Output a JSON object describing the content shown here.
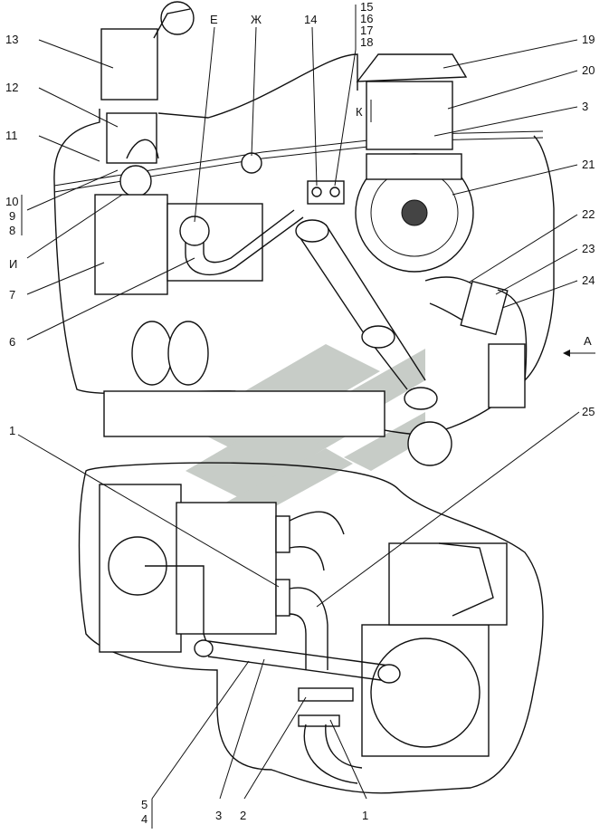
{
  "watermark": {
    "color": "#9aa39a"
  },
  "callouts": {
    "n13": "13",
    "n12": "12",
    "n11": "11",
    "n10": "10",
    "n9": "9",
    "n8": "8",
    "nI": "И",
    "n7": "7",
    "n6": "6",
    "nE": "Е",
    "nZh": "Ж",
    "n14": "14",
    "n15": "15",
    "n16": "16",
    "n17": "17",
    "n18": "18",
    "nK": "К",
    "n19": "19",
    "n20": "20",
    "n3a": "3",
    "n21": "21",
    "n22": "22",
    "n23": "23",
    "n24": "24",
    "nA": "А",
    "n1a": "1",
    "n25": "25",
    "n5": "5",
    "n4": "4",
    "n3b": "3",
    "n2": "2",
    "n1b": "1"
  }
}
